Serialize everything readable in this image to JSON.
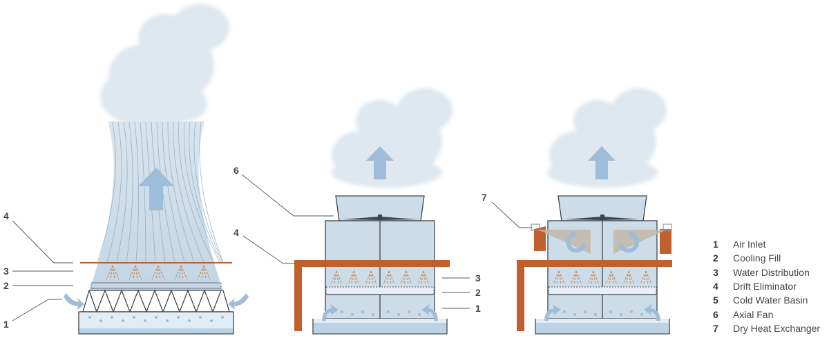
{
  "callouts": {
    "natural_draft": [
      "4",
      "3",
      "2",
      "1"
    ],
    "mechanical": [
      "6",
      "4",
      "3",
      "2",
      "1"
    ],
    "hybrid": [
      "7"
    ]
  },
  "legend": [
    {
      "num": "1",
      "label": "Air Inlet"
    },
    {
      "num": "2",
      "label": "Cooling Fill"
    },
    {
      "num": "3",
      "label": "Water Distribution"
    },
    {
      "num": "4",
      "label": "Drift Eliminator"
    },
    {
      "num": "5",
      "label": "Cold Water Basin"
    },
    {
      "num": "6",
      "label": "Axial Fan"
    },
    {
      "num": "7",
      "label": "Dry Heat Exchanger"
    }
  ],
  "colors": {
    "tower_blue": "#ccdde9",
    "steam": "#dfe7ef",
    "arrow_blue": "#9fbdd8",
    "outline": "#4a4f55",
    "pipe_orange": "#c0602e",
    "spray_orange": "#c98a5a",
    "water": "#bcd3e6"
  }
}
